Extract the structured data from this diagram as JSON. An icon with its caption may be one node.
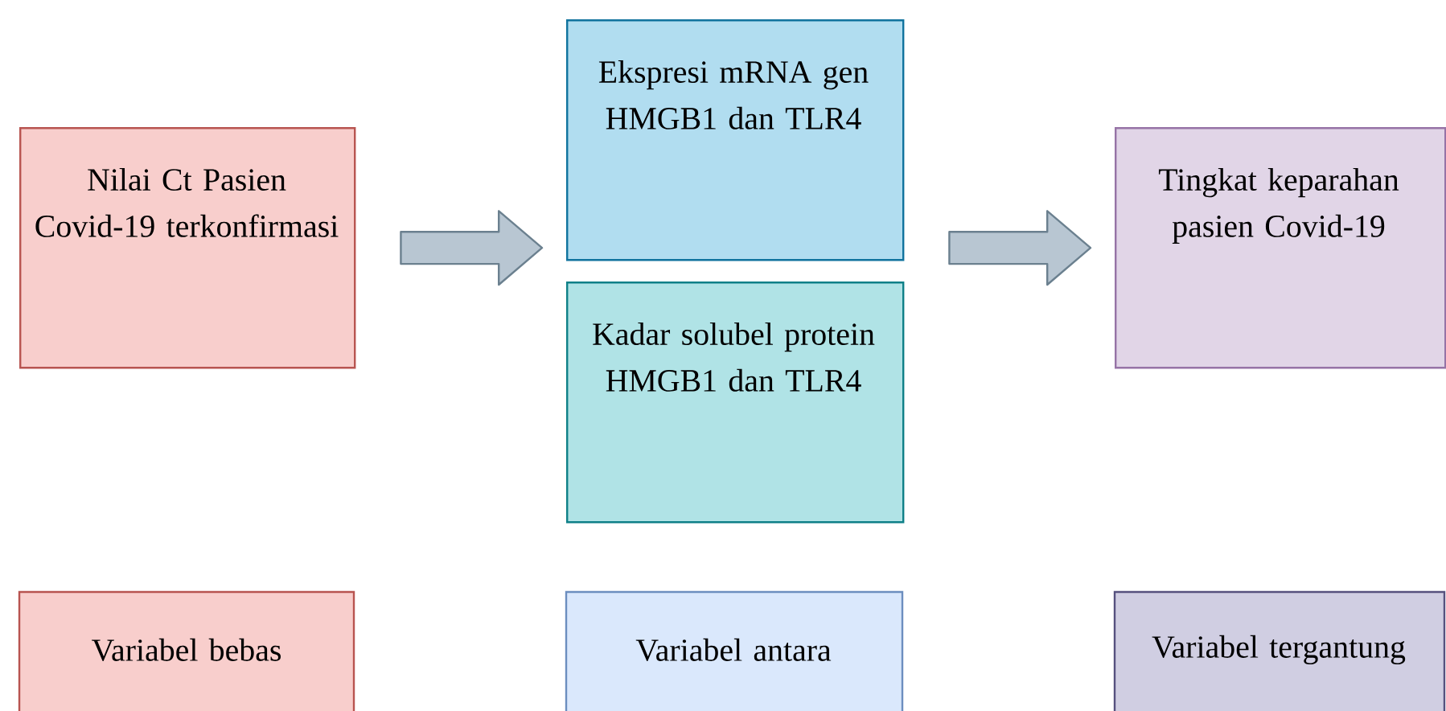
{
  "diagram": {
    "nodes": [
      {
        "text": [
          "Nilai Ct Pasien Covid-19 terkonfirmasi"
        ]
      },
      {
        "text": [
          "Ekspresi mRNA gen HMGB1 dan TLR4"
        ]
      },
      {
        "text": [
          "Kadar solubel protein HMGB1 dan TLR4"
        ]
      },
      {
        "text": [
          "Tingkat keparahan pasien Covid-19"
        ]
      }
    ],
    "edges": [
      {
        "from": 0,
        "to": 1,
        "arrow": "to"
      },
      {
        "from": 0,
        "to": 2,
        "arrow": "to"
      },
      {
        "from": 1,
        "to": 3,
        "arrow": "to"
      },
      {
        "from": 2,
        "to": 3,
        "arrow": "to"
      }
    ],
    "legend": [
      {
        "text": "Variabel bebas",
        "color": "#f8cecc"
      },
      {
        "text": "Variabel antara",
        "color": "#dae8fc"
      },
      {
        "text": "Variabel tergantung",
        "color": "#d0cee2"
      }
    ]
  }
}
